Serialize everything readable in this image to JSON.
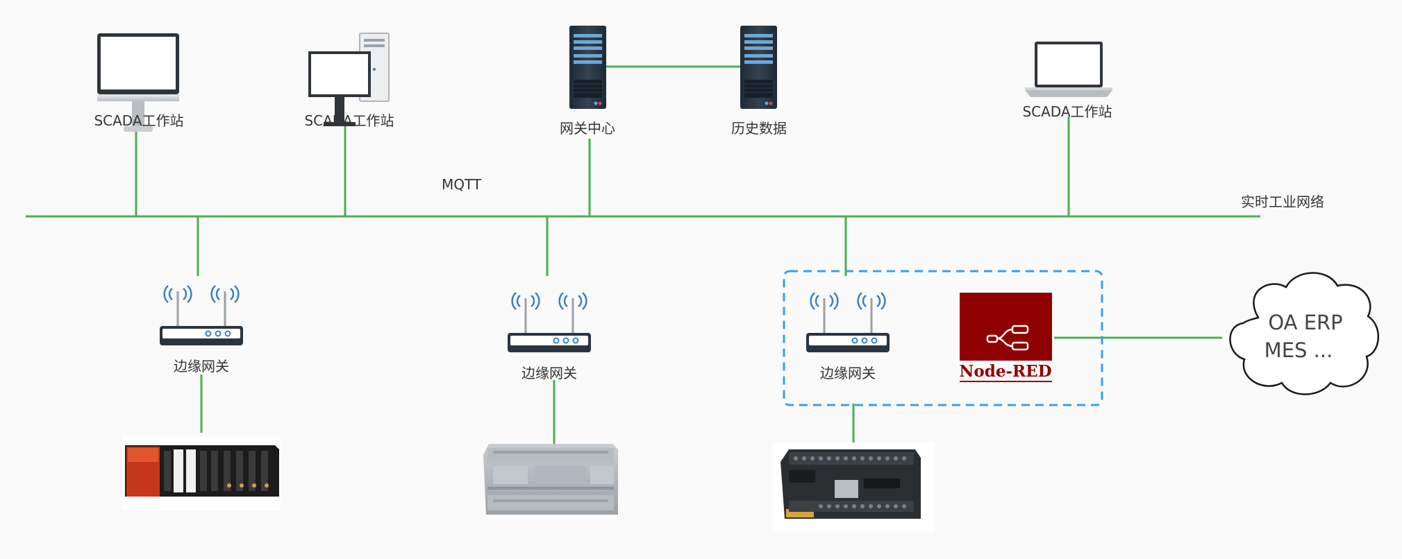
{
  "colors": {
    "link": "#4caf50",
    "group_border": "#3a9ee8",
    "nodered": "#8f0000",
    "device_dark": "#2b3540"
  },
  "network": {
    "label": "实时工业网络",
    "protocol": "MQTT"
  },
  "top_nodes": [
    {
      "label": "SCADA工作站",
      "icon": "monitor-icon"
    },
    {
      "label": "SCADA工作站",
      "icon": "desktop-pc-icon"
    },
    {
      "label": "网关中心",
      "icon": "server-icon"
    },
    {
      "label": "历史数据",
      "icon": "server-icon"
    },
    {
      "label": "SCADA工作站",
      "icon": "laptop-icon"
    }
  ],
  "gateways": [
    {
      "label": "边缘网关",
      "icon": "router-icon",
      "device": "plc-rack-icon"
    },
    {
      "label": "边缘网关",
      "icon": "router-icon",
      "device": "plc-compact-icon"
    },
    {
      "label": "边缘网关",
      "icon": "router-icon",
      "device": "plc-terminal-icon"
    }
  ],
  "nodered": {
    "label": "Node-RED",
    "icon": "node-red-flow-icon"
  },
  "cloud": {
    "line1": "OA    ERP",
    "line2": "MES ...",
    "icon": "cloud-icon"
  }
}
